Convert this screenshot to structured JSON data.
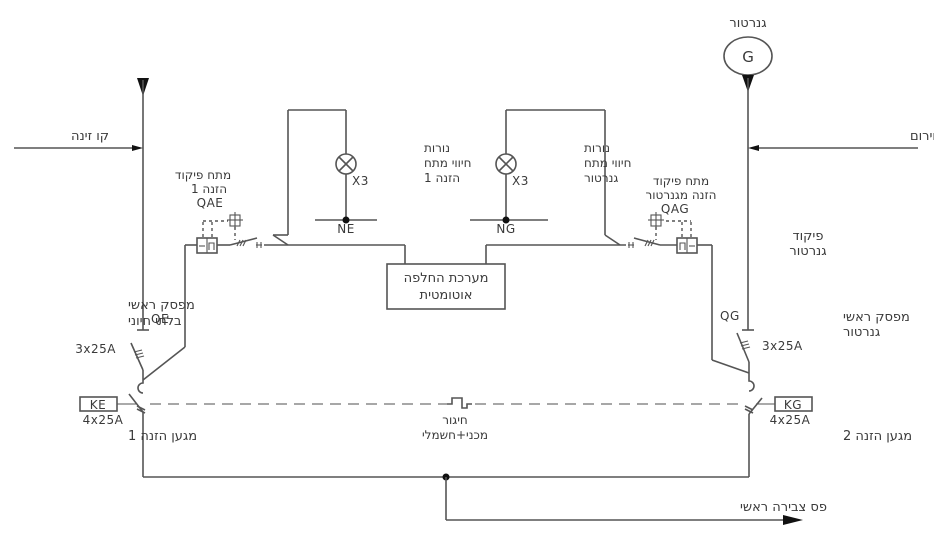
{
  "diagram": {
    "title": "Automatic transfer switch single-line diagram",
    "feeds": {
      "grid_supply": "קו זינה",
      "generator_emergency_supply": "הזנה מגנרטור חירום"
    },
    "generator": {
      "label": "גנרטור",
      "symbol": "G"
    },
    "control_switch_feed1": {
      "line1": "מתח פיקוד",
      "line2": "הזנה 1",
      "code": "QAE"
    },
    "control_switch_generator": {
      "line1": "מתח פיקוד",
      "line2": "הזנה מגנרטור",
      "code": "QAG"
    },
    "indicator_lamps_feed1": {
      "line1": "נורות",
      "line2": "חיווי מתח",
      "line3": "הזנה 1",
      "count": "X3"
    },
    "indicator_lamps_generator": {
      "line1": "נורות",
      "line2": "חיווי מתח",
      "line3": "גנרטור",
      "count": "X3"
    },
    "neutral_feed1": "NE",
    "neutral_generator": "NG",
    "ats_controller": {
      "line1": "מערכת החלפה",
      "line2": "אוטומטית"
    },
    "generator_control": {
      "line1": "פיקוד",
      "line2": "גנרטור"
    },
    "main_breaker_feed1": {
      "line1": "מפסק ראשי",
      "line2": "בלתי חיוני",
      "code": "QE",
      "rating": "3x25A"
    },
    "main_breaker_generator": {
      "line1": "מפסק ראשי",
      "line2": "גנרטור",
      "code": "QG",
      "rating": "3x25A"
    },
    "contactor_feed1": {
      "code": "KE",
      "rating": "4x25A",
      "label": "מגען הזנה 1"
    },
    "contactor_feed2": {
      "code": "KG",
      "rating": "4x25A",
      "label": "מגען הזנה 2"
    },
    "interlock": {
      "line1": "חיגור",
      "line2": "מכני+חשמלי"
    },
    "main_busbar": "פס צבירה ראשי"
  }
}
